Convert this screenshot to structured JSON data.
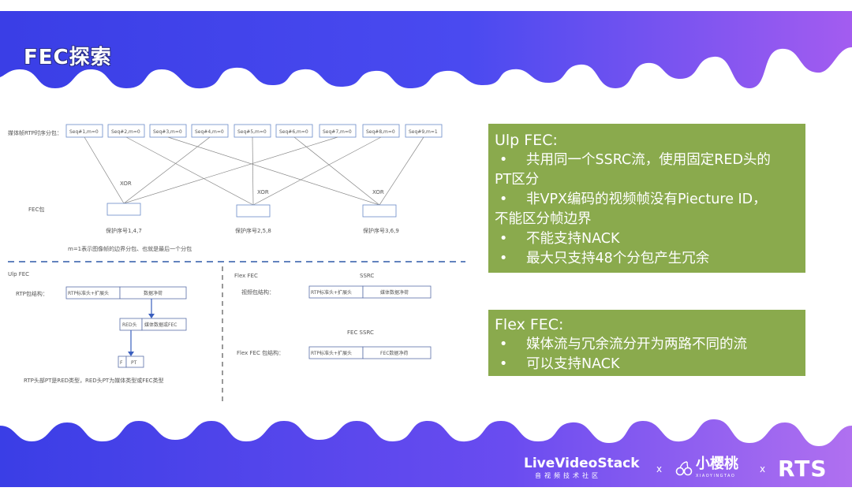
{
  "slide": {
    "title": "FEC探索"
  },
  "diagram": {
    "media_seq_label": "媒体帧RTP时序分包：",
    "seq_boxes": [
      "Seq#1,m=0",
      "Seq#2,m=0",
      "Seq#3,m=0",
      "Seq#4,m=0",
      "Seq#5,m=0",
      "Seq#6,m=0",
      "Seq#7,m=0",
      "Seq#8,m=0",
      "Seq#9,m=1"
    ],
    "xor_label": "XOR",
    "fec_packet_label": "FEC包",
    "protect_labels": [
      "保护序号1,4,7",
      "保护序号2,5,8",
      "保护序号3,6,9"
    ],
    "marker_note": "m=1表示图像帧的边界分包、也就是最后一个分包",
    "ulp": {
      "title": "Ulp FEC",
      "rtp_label": "RTP包结构：",
      "rtp_header": "RTP标准头+扩展头",
      "payload": "数据净荷",
      "red_header": "RED头",
      "media_or_fec": "媒体数据或FEC",
      "f": "F",
      "pt": "PT",
      "note": "RTP头部PT是RED类型，RED头PT为媒体类型或FEC类型"
    },
    "flex": {
      "title": "Flex FEC",
      "ssrc": "SSRC",
      "video_label": "视频包结构：",
      "rtp_header": "RTP标准头+扩展头",
      "video_payload": "媒体数据净荷",
      "fec_ssrc": "FEC SSRC",
      "fec_label": "Flex FEC 包结构：",
      "fec_rtp_header": "RTP标准头+扩展头",
      "fec_payload": "FEC数据净荷"
    }
  },
  "ulp_box": {
    "heading": "Ulp FEC:",
    "items": [
      {
        "l1": "共用同一个SSRC流，使用固定RED头的",
        "l2": "PT区分"
      },
      {
        "l1": "非VPX编码的视频帧没有Piecture ID，",
        "l2": "不能区分帧边界"
      },
      {
        "l1": "不能支持NACK",
        "l2": ""
      },
      {
        "l1": "最大只支持48个分包产生冗余",
        "l2": ""
      }
    ]
  },
  "flex_box": {
    "heading": "Flex FEC:",
    "items": [
      {
        "l1": "媒体流与冗余流分开为两路不同的流"
      },
      {
        "l1": "可以支持NACK"
      }
    ]
  },
  "footer": {
    "brand": "LiveVideoStack",
    "brand_sub": "音视频技术社区",
    "x1": "x",
    "partner": "小樱桃",
    "partner_sub": "XIAOYINGTAO",
    "x2": "x",
    "rts": "RTS"
  },
  "colors": {
    "accent_blue": "#3a3ee6",
    "accent_purple": "#a35cf0",
    "box_green": "#8aaa4d"
  }
}
